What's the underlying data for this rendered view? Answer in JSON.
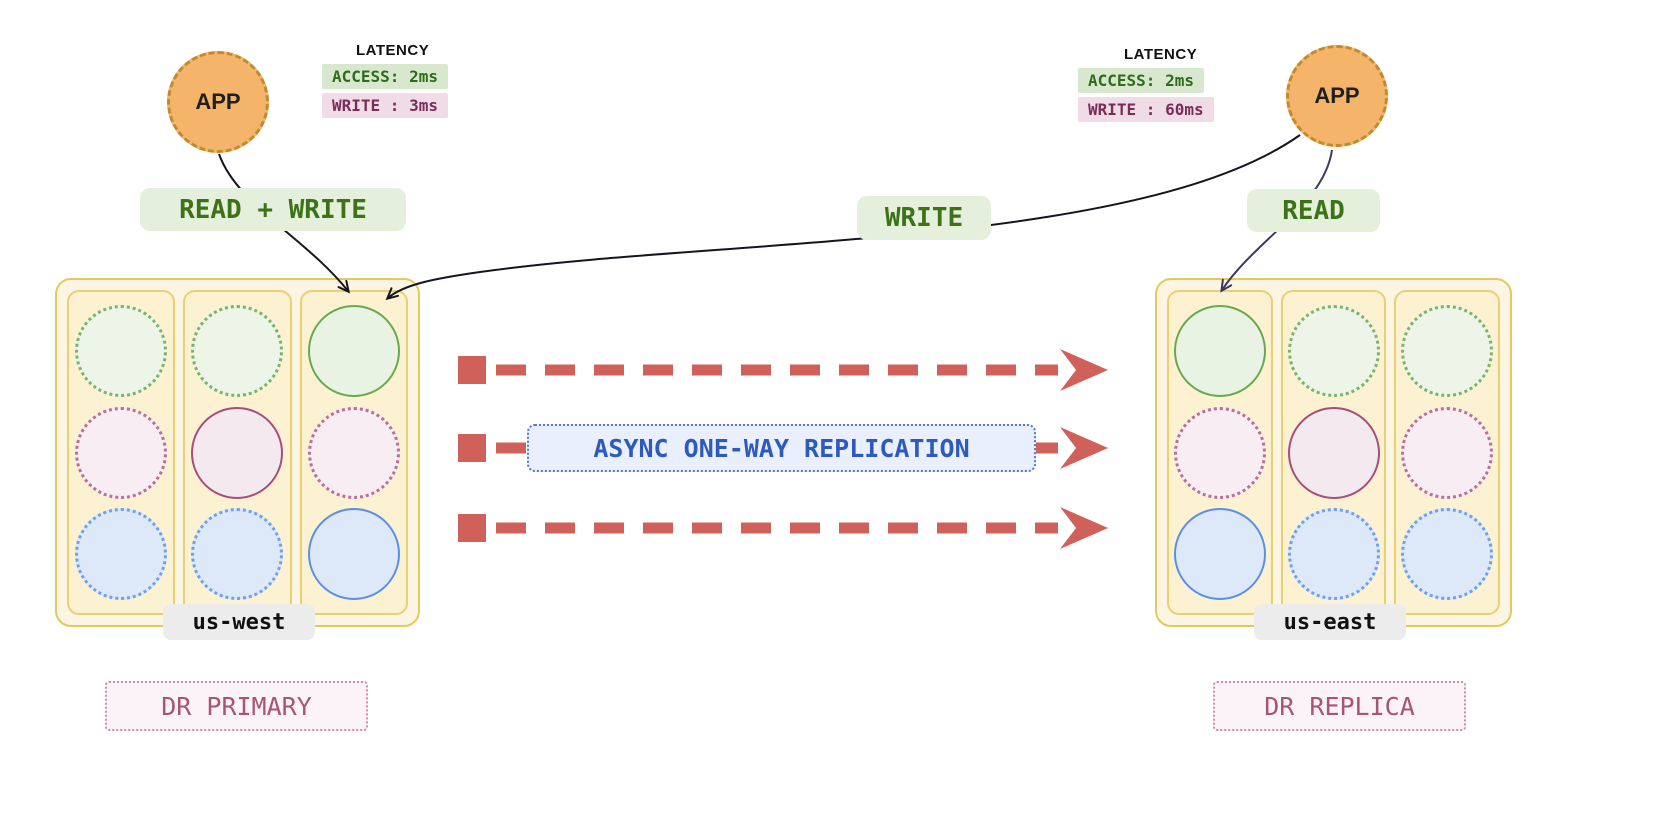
{
  "left": {
    "app_label": "APP",
    "latency": {
      "title": "LATENCY",
      "access": "ACCESS: 2ms",
      "write": "WRITE : 3ms"
    },
    "action_badge": "READ + WRITE",
    "region": "us-west",
    "role": "DR PRIMARY",
    "cluster": {
      "columns": [
        [
          "green-dotted",
          "pink-dotted",
          "blue-dotted"
        ],
        [
          "green-dotted",
          "purple-solid",
          "blue-dotted"
        ],
        [
          "green-solid",
          "pink-dotted",
          "blue-solid"
        ]
      ]
    }
  },
  "right": {
    "app_label": "APP",
    "latency": {
      "title": "LATENCY",
      "access": "ACCESS: 2ms",
      "write": "WRITE : 60ms"
    },
    "action_badge": "READ",
    "region": "us-east",
    "role": "DR REPLICA",
    "cluster": {
      "columns": [
        [
          "green-solid",
          "pink-dotted",
          "blue-solid"
        ],
        [
          "green-dotted",
          "purple-solid",
          "blue-dotted"
        ],
        [
          "green-dotted",
          "pink-dotted",
          "blue-dotted"
        ]
      ]
    }
  },
  "center": {
    "write_badge": "WRITE",
    "replication_label": "ASYNC ONE-WAY REPLICATION"
  },
  "colors": {
    "app_fill": "#f4b469",
    "app_border": "#c28a2e",
    "cluster_bg": "#fbf5e1",
    "cluster_border": "#e3c95f",
    "green_node_border": "#6aa84f",
    "pink_node_border": "#a64d79",
    "blue_node_border": "#5b8ee6",
    "replication_arrow_red": "#d0605a",
    "badge_green_bg": "#e4efdc",
    "badge_green_text": "#3d7317",
    "latency_access_bg": "#d8e8cf",
    "latency_write_bg": "#efdce7",
    "replication_text": "#2d5bbd",
    "role_text": "#a85475"
  }
}
